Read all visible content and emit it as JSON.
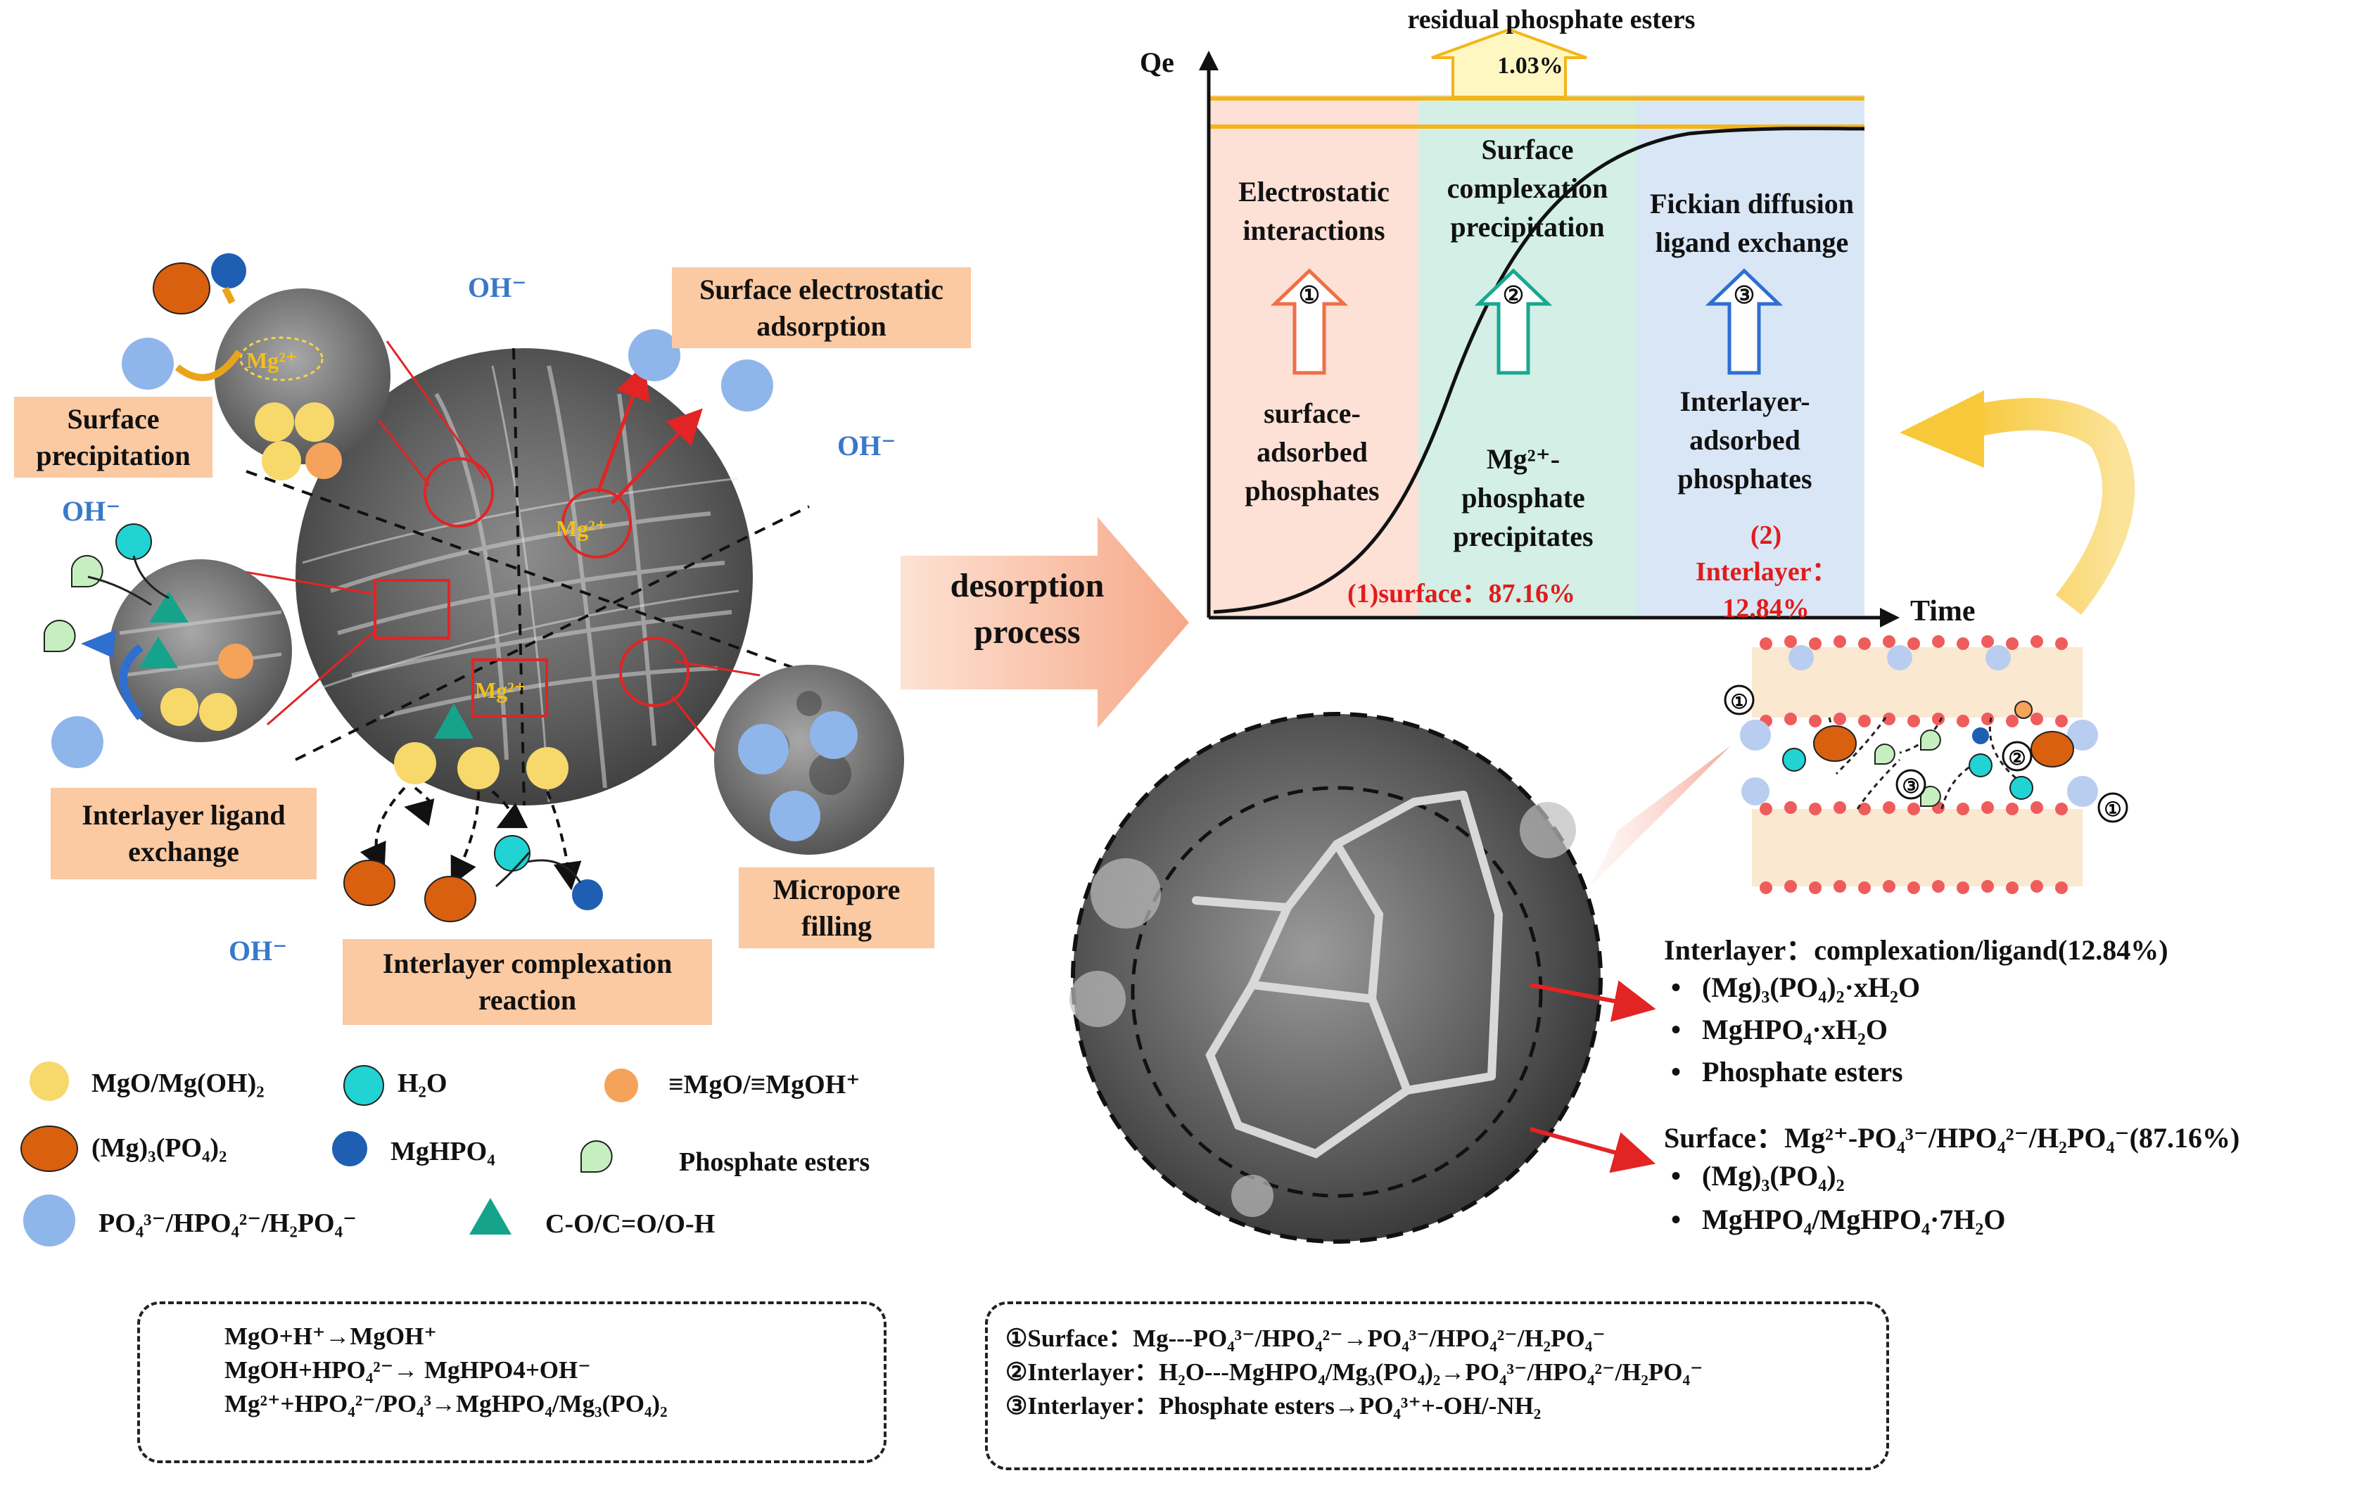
{
  "left": {
    "boxes": {
      "surface_precipitation": "Surface precipitation",
      "surface_electrostatic": "Surface electrostatic adsorption",
      "interlayer_ligand": "Interlayer ligand exchange",
      "micropore": "Micropore filling",
      "interlayer_complexation": "Interlayer complexation reaction"
    },
    "oh_label": "OH⁻",
    "mg_label": "Mg²⁺"
  },
  "legend": [
    {
      "icon": "yellow-circle-icon",
      "color": "#f7d86a",
      "label": "MgO/Mg(OH)₂"
    },
    {
      "icon": "cyan-circle-icon",
      "color": "#21d3d3",
      "label": "H₂O"
    },
    {
      "icon": "peach-circle-icon",
      "color": "#f5a35b",
      "label": "≡MgO/≡MgOH⁺"
    },
    {
      "icon": "orange-ellipse-icon",
      "color": "#d9600e",
      "label": "(Mg)₃(PO₄)₂"
    },
    {
      "icon": "blue-circle-icon",
      "color": "#1f5fb3",
      "label": "MgHPO₄"
    },
    {
      "icon": "green-drop-icon",
      "color": "#c6efc0",
      "label": "Phosphate esters"
    },
    {
      "icon": "lightblue-circle-icon",
      "color": "#8fb6ea",
      "label": "PO₄³⁻/HPO₄²⁻/H₂PO₄⁻"
    },
    {
      "icon": "teal-triangle-icon",
      "color": "#16a38c",
      "label": "C-O/C=O/O-H"
    }
  ],
  "equations_left": [
    "MgO+H⁺→MgOH⁺",
    "MgOH+HPO₄²⁻→ MgHPO4+OH⁻",
    "Mg²⁺+HPO₄²⁻/PO₄³→MgHPO₄/Mg₃(PO₄)₂"
  ],
  "equations_right": [
    "①Surface：Mg---PO₄³⁻/HPO₄²⁻→PO₄³⁻/HPO₄²⁻/H₂PO₄⁻",
    "②Interlayer：H₂O---MgHPO₄/Mg₃(PO₄)₂→PO₄³⁻/HPO₄²⁻/H₂PO₄⁻",
    "③Interlayer：Phosphate esters→PO₄³⁺+-OH/-NH₂"
  ],
  "desorption": "desorption process",
  "graph": {
    "ylabel": "Qe",
    "xlabel": "Time",
    "top_note": "residual phosphate esters",
    "top_pct": "1.03%",
    "zones": [
      {
        "title": "Electrostatic interactions",
        "num": "①",
        "desc": "surface-adsorbed phosphates",
        "color": "#fde0d6",
        "arrow": "#ef6f47"
      },
      {
        "title": "Surface complexation precipitation",
        "num": "②",
        "desc": "Mg²⁺-phosphate precipitates",
        "color": "#d3efe6",
        "arrow": "#17a891"
      },
      {
        "title": "Fickian diffusion ligand exchange",
        "num": "③",
        "desc": "Interlayer-adsorbed phosphates",
        "color": "#d9e6f5",
        "arrow": "#2e6fd0"
      }
    ],
    "surface_pct": "(1)surface：87.16%",
    "interlayer_pct": "(2) Interlayer：12.84%"
  },
  "right_text": {
    "interlayer_heading": "Interlayer：complexation/ligand(12.84%)",
    "interlayer_items": [
      "(Mg)₃(PO₄)₂·xH₂O",
      "MgHPO₄·xH₂O",
      "Phosphate esters"
    ],
    "surface_heading": "Surface：Mg²⁺-PO₄³⁻/HPO₄²⁻/H₂PO₄⁻(87.16%)",
    "surface_items": [
      "(Mg)₃(PO₄)₂",
      "MgHPO₄/MgHPO₄·7H₂O"
    ]
  },
  "layer_markers": [
    "①",
    "②",
    "③",
    "①"
  ]
}
